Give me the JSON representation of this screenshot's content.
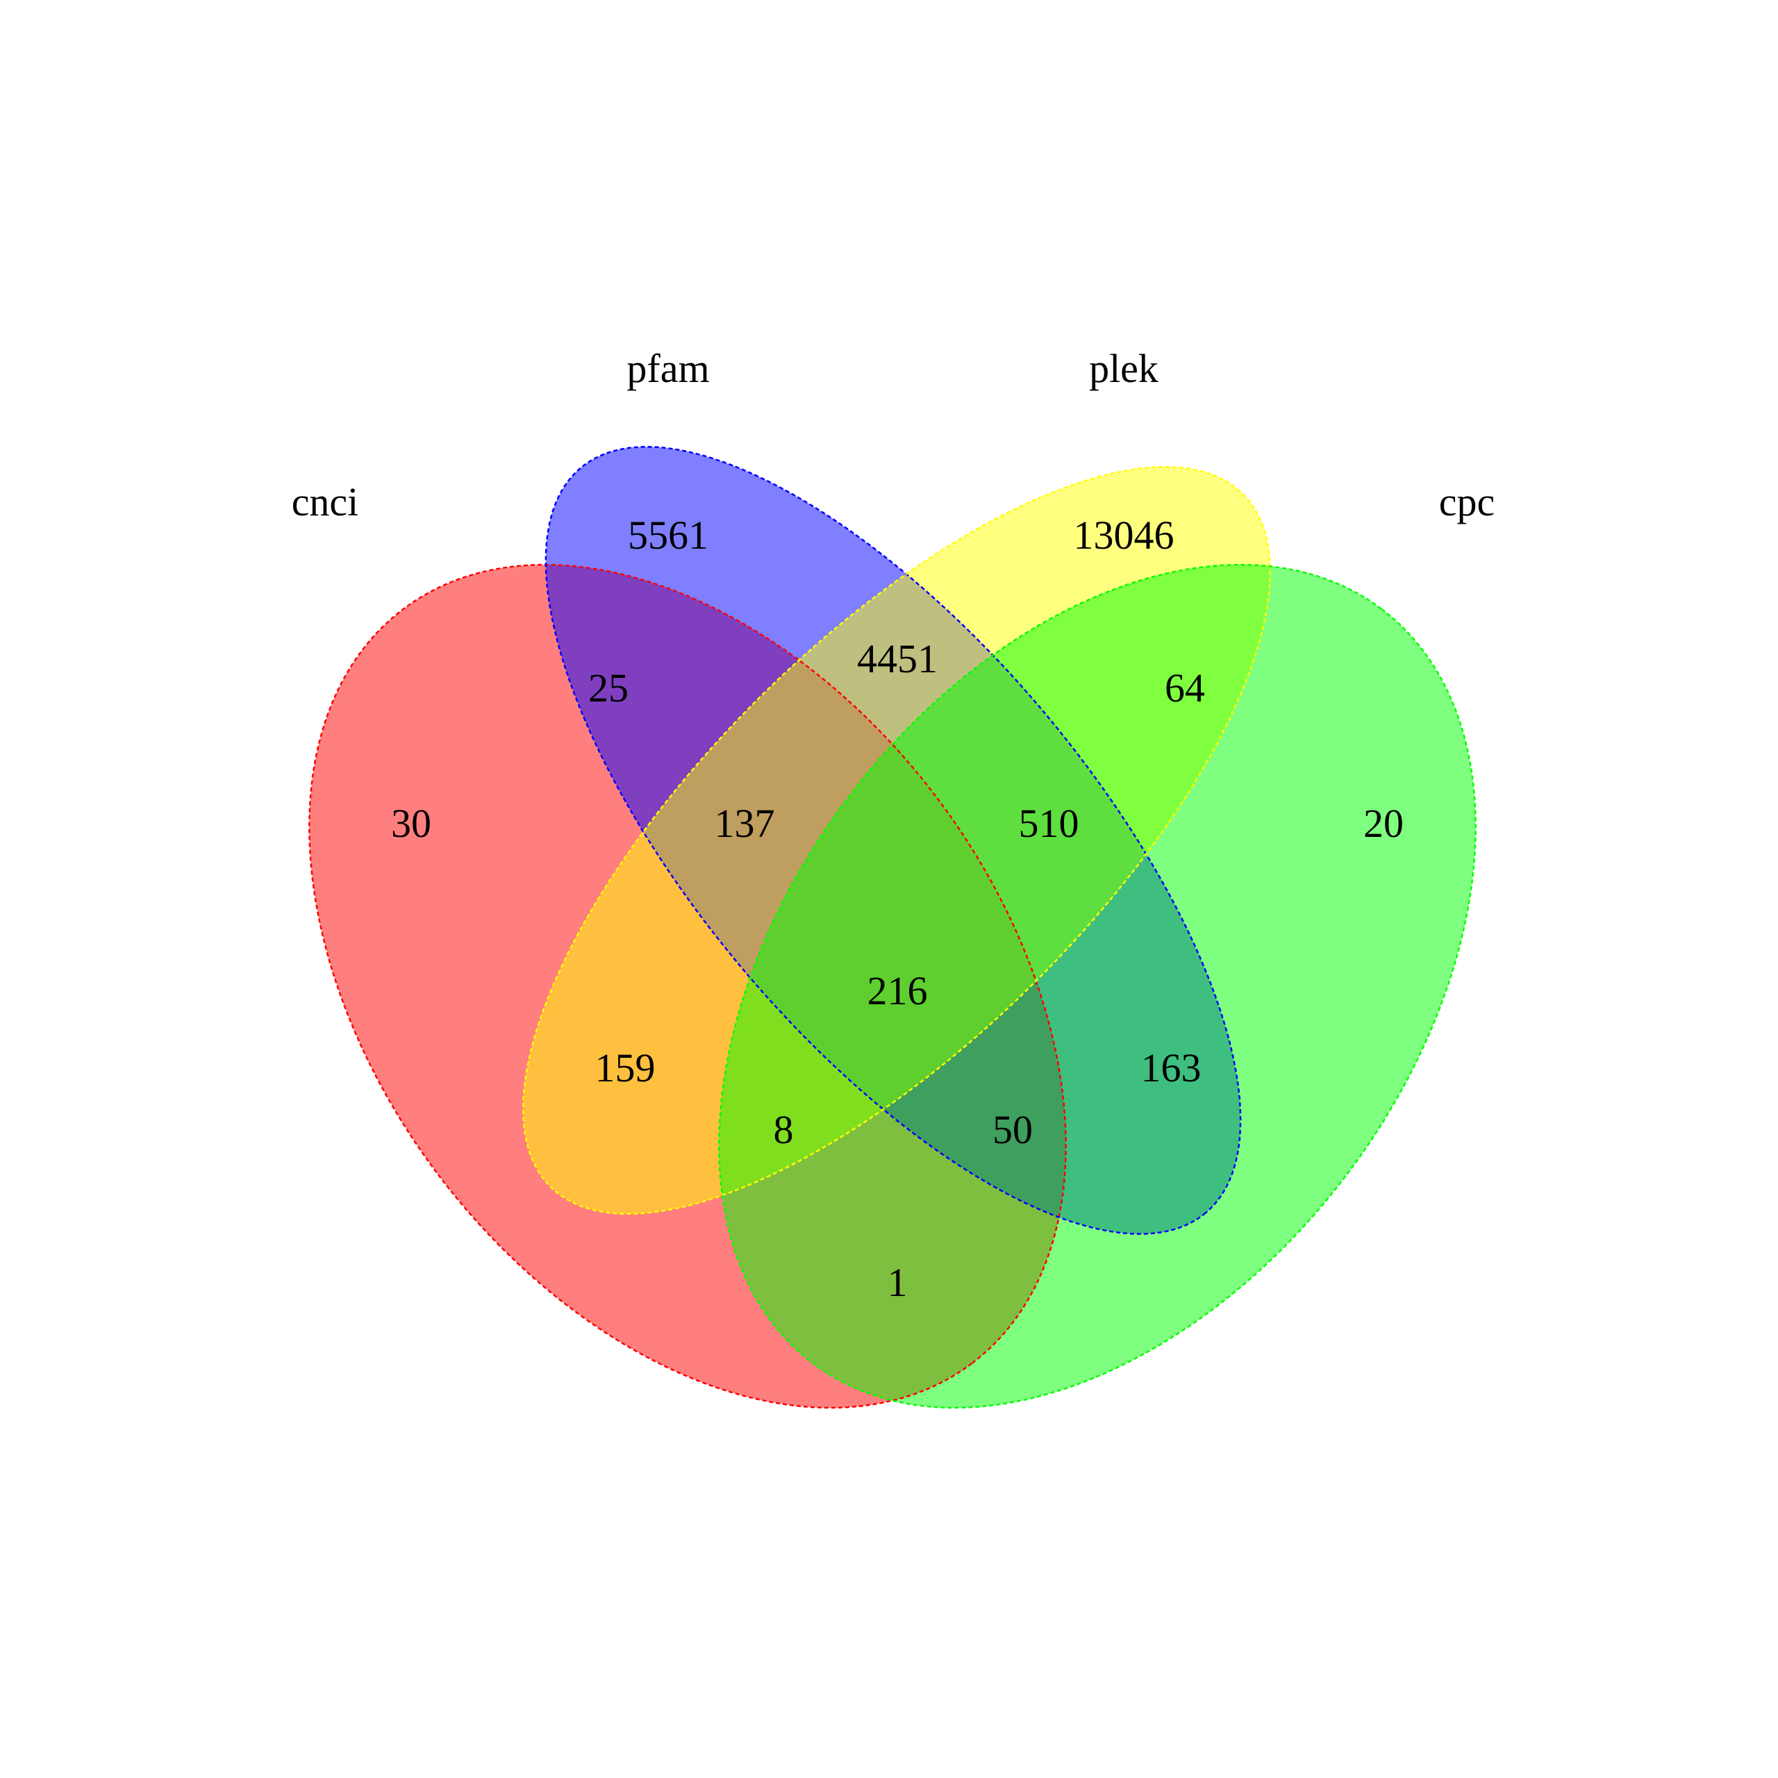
{
  "sets": [
    {
      "id": "cnci",
      "label": "cnci",
      "fill": "#ff0000",
      "stroke": "#ff0000",
      "opacity": 0.5
    },
    {
      "id": "pfam",
      "label": "pfam",
      "fill": "#0000ff",
      "stroke": "#0000ff",
      "opacity": 0.5
    },
    {
      "id": "plek",
      "label": "plek",
      "fill": "#ffff00",
      "stroke": "#ffff00",
      "opacity": 0.5
    },
    {
      "id": "cpc",
      "label": "cpc",
      "fill": "#00ff00",
      "stroke": "#00ff00",
      "opacity": 0.5
    }
  ],
  "regions": {
    "cnci_only": "30",
    "pfam_only": "5561",
    "plek_only": "13046",
    "cpc_only": "20",
    "cnci_pfam": "25",
    "pfam_plek": "4451",
    "plek_cpc": "64",
    "cnci_pfam_plek": "137",
    "pfam_plek_cpc": "510",
    "all_four": "216",
    "cnci_plek": "159",
    "pfam_cpc": "163",
    "cnci_plek_cpc": "8",
    "cnci_pfam_cpc": "50",
    "cnci_cpc": "1"
  }
}
